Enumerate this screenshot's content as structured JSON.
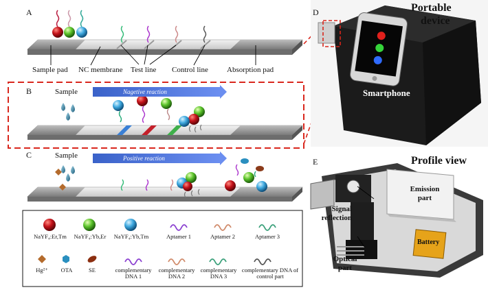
{
  "panels": {
    "a": {
      "letter": "A",
      "labels": {
        "sample_pad": "Sample pad",
        "nc_membrane": "NC membrane",
        "test_line": "Test line",
        "control_line": "Control line",
        "absorption_pad": "Absorption pad"
      }
    },
    "b": {
      "letter": "B",
      "sample": "Sample",
      "reaction": "Nagetive reaction"
    },
    "c": {
      "letter": "C",
      "sample": "Sample",
      "reaction": "Positive reaction"
    },
    "d": {
      "letter": "D",
      "title_line1": "Portable",
      "title_line2": "device",
      "phone_label": "Smartphone"
    },
    "e": {
      "letter": "E",
      "title": "Profile view",
      "emission": "Emission part",
      "signal_reflection": "Signal reflection",
      "optical": "Optical part",
      "battery": "Battery"
    }
  },
  "legend": {
    "row1": [
      {
        "label": "NaYF₄:Er,Tm",
        "icon": "red-sphere-icon"
      },
      {
        "label": "NaYF₄:Yb,Er",
        "icon": "green-sphere-icon"
      },
      {
        "label": "NaYF₄:Yb,Tm",
        "icon": "blue-sphere-icon"
      },
      {
        "label": "Aptamer 1",
        "icon": "aptamer-1-icon"
      },
      {
        "label": "Aptamer 2",
        "icon": "aptamer-2-icon"
      },
      {
        "label": "Aptamer 3",
        "icon": "aptamer-3-icon"
      }
    ],
    "row2": [
      {
        "label": "Hg²⁺",
        "icon": "hg-icon"
      },
      {
        "label": "OTA",
        "icon": "ota-icon"
      },
      {
        "label": "SE",
        "icon": "se-icon"
      },
      {
        "label": "complementary DNA 1",
        "icon": "cdna-1-icon"
      },
      {
        "label": "complementary DNA 2",
        "icon": "cdna-2-icon"
      },
      {
        "label": "complementary DNA 3",
        "icon": "cdna-3-icon"
      },
      {
        "label": "complementary DNA of control part",
        "icon": "cdna-control-icon"
      }
    ]
  },
  "colors": {
    "red": "#b3161e",
    "green": "#5cc42c",
    "blue": "#3fa9e0",
    "dashed_box": "#d9261c",
    "arrow": "#3a62c9",
    "device": "#1b1b1b"
  }
}
